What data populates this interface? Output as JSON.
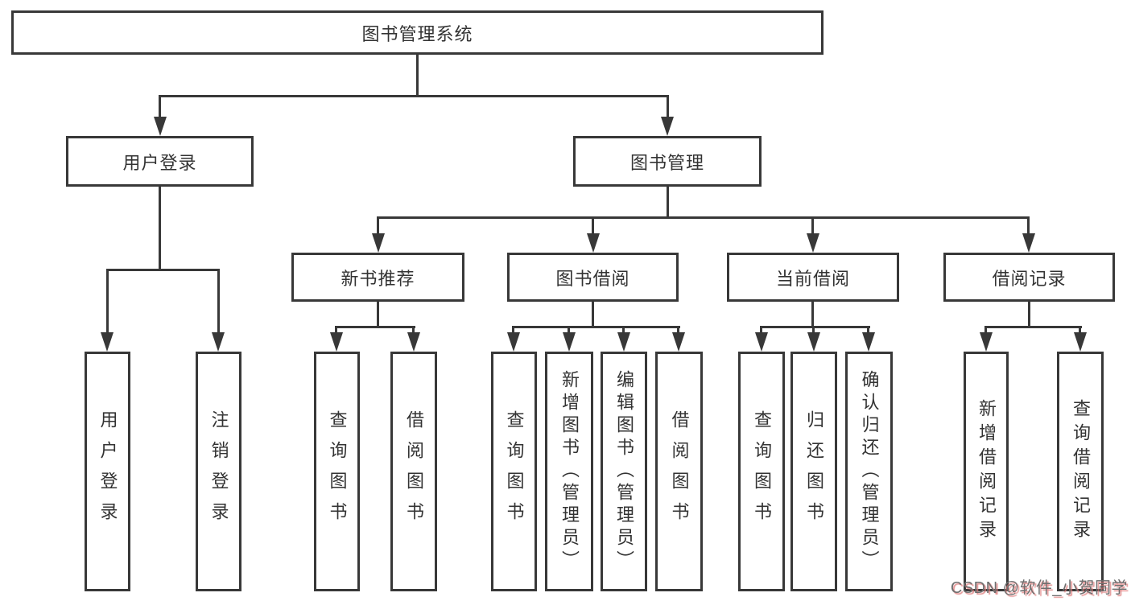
{
  "diagram": {
    "root": {
      "label": "图书管理系统"
    },
    "level2": [
      {
        "label": "用户登录"
      },
      {
        "label": "图书管理"
      }
    ],
    "level3": [
      {
        "label": "新书推荐"
      },
      {
        "label": "图书借阅"
      },
      {
        "label": "当前借阅"
      },
      {
        "label": "借阅记录"
      }
    ],
    "leaves": {
      "user_login": [
        "用户登录",
        "注销登录"
      ],
      "new_book": [
        "查询图书",
        "借阅图书"
      ],
      "book_borrow": [
        "查询图书",
        "新增图书（管理员）",
        "编辑图书（管理员）",
        "借阅图书"
      ],
      "current_borrow": [
        "查询图书",
        "归还图书",
        "确认归还（管理员）"
      ],
      "borrow_record": [
        "新增借阅记录",
        "查询借阅记录"
      ]
    }
  },
  "watermark": {
    "text": "CSDN @软件_小贺同学"
  },
  "colors": {
    "line": "#383838",
    "text": "#333333",
    "background": "#ffffff",
    "watermark_gray": "#6e6e6e",
    "watermark_shadow": "#de7a7a"
  }
}
